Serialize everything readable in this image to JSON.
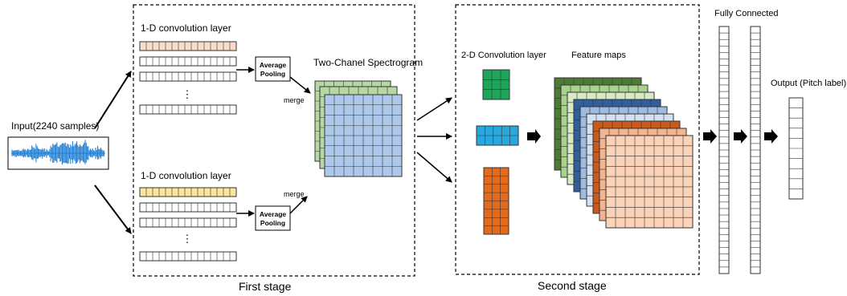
{
  "input": {
    "label": "Input(2240 samples)",
    "waveform_color": "#1f7fd6"
  },
  "first_stage": {
    "title": "First stage",
    "top_branch": {
      "label": "1-D convolution layer",
      "filter_color": "#f8dccb",
      "dots": "⋮",
      "pooling_line1": "Average",
      "pooling_line2": "Pooling",
      "merge_label": "merge"
    },
    "bottom_branch": {
      "label": "1-D convolution layer",
      "filter_color": "#fce49a",
      "dots": "⋮",
      "pooling_line1": "Average",
      "pooling_line2": "Pooling",
      "merge_label": "merge"
    },
    "spectrogram": {
      "label": "Two-Chanel Spectrogram",
      "front_color": "#aec8eb",
      "back_color": "#b6d9a3"
    }
  },
  "second_stage": {
    "title": "Second stage",
    "conv_label": "2-D Convolution layer",
    "kernel_colors": [
      "#1fa55a",
      "#29a8e0",
      "#e46a1c"
    ],
    "feature_maps_label": "Feature maps",
    "feature_map_colors": [
      "#4e7a34",
      "#a9d38d",
      "#d6eac6",
      "#2f5f9e",
      "#9fbbe0",
      "#d5e1f2",
      "#c85a1c",
      "#f4b48e",
      "#fbd3b8"
    ]
  },
  "fully_connected": {
    "label": "Fully Connected"
  },
  "output": {
    "label": "Output (Pitch label)"
  }
}
